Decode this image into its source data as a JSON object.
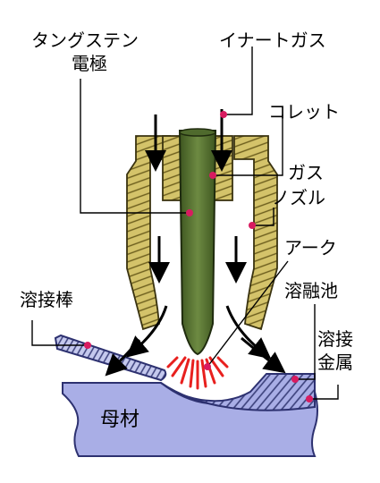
{
  "labels": {
    "tungsten_line1": "タングステン",
    "tungsten_line2": "電極",
    "inert_gas": "イナートガス",
    "collet": "コレット",
    "gas_line1": "ガス",
    "gas_line2": "ノズル",
    "arc": "アーク",
    "filler_rod": "溶接棒",
    "weld_pool": "溶融池",
    "weld_metal_line1": "溶接",
    "weld_metal_line2": "金属",
    "base_metal": "母材"
  },
  "colors": {
    "nozzle": "#d4c36a",
    "electrode": "#4f6a2d",
    "base_metal": "#a9aee6",
    "rod_hatch": "#3a3f7a",
    "arc": "#e8201e",
    "leader": "#d81b60",
    "arrow": "#000000"
  }
}
